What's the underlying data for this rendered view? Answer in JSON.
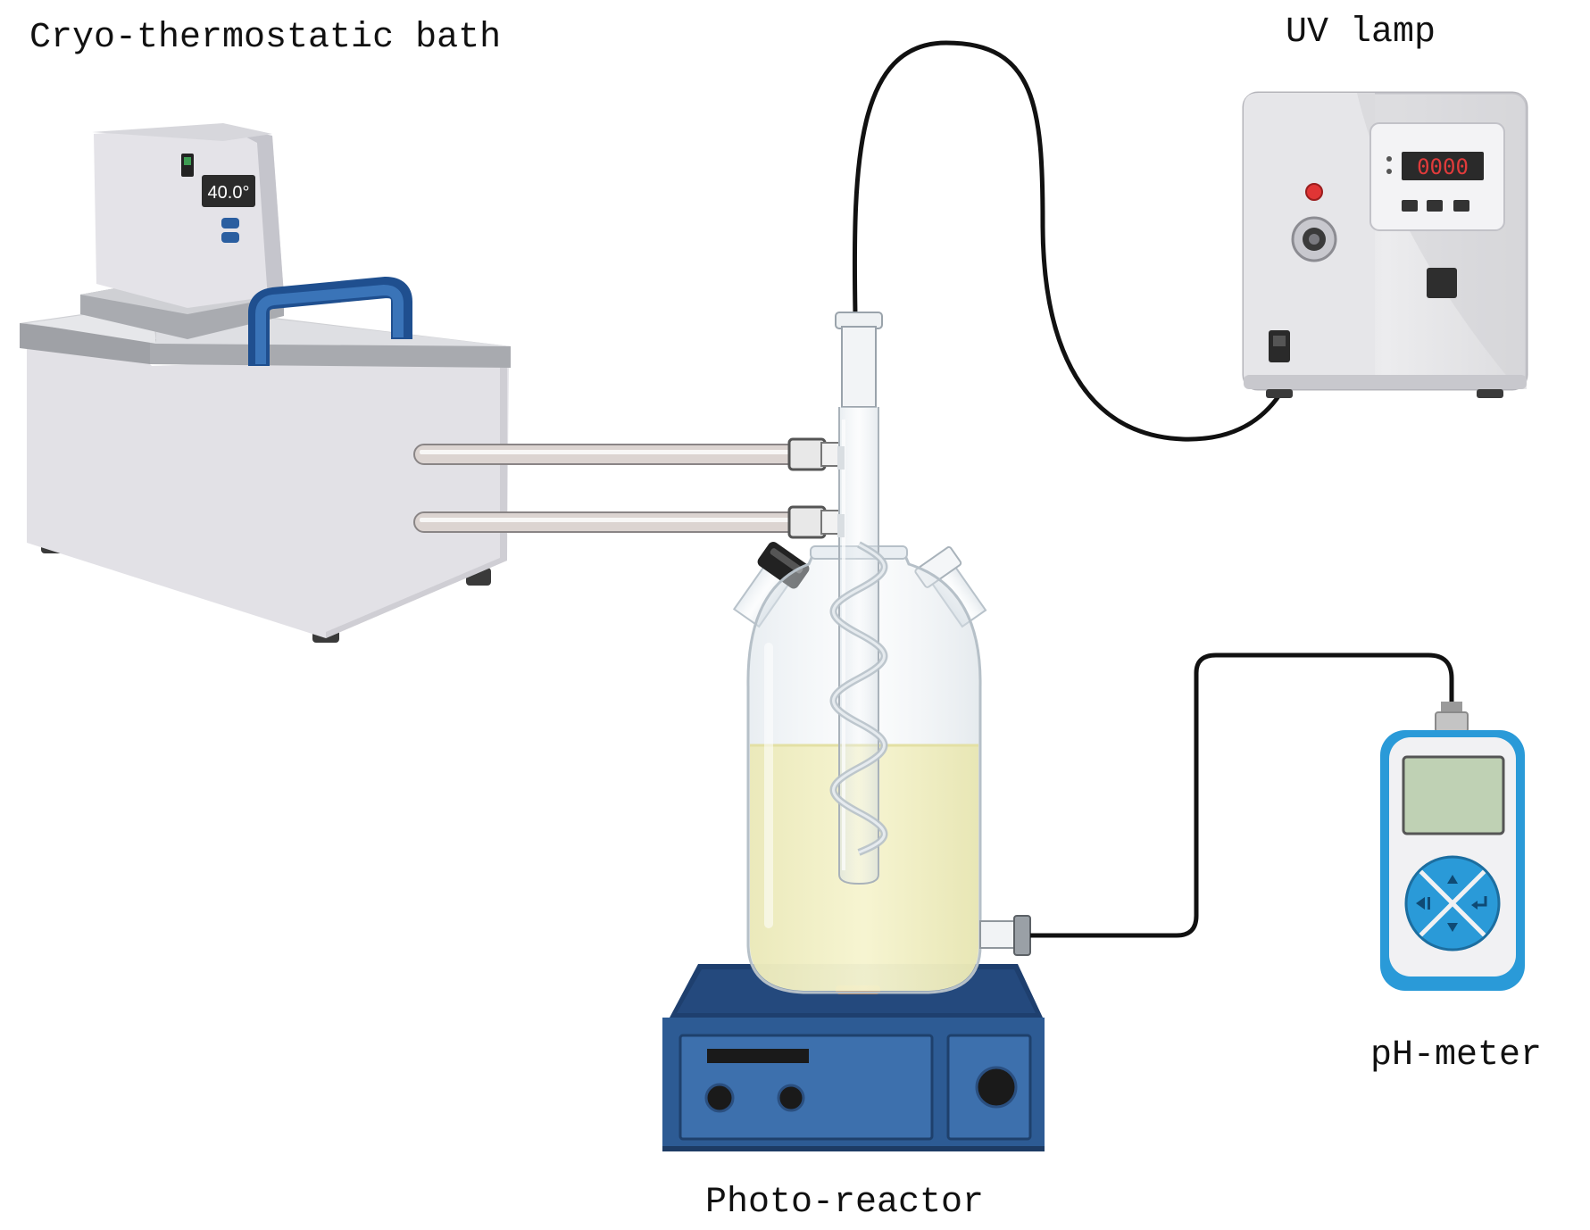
{
  "labels": {
    "bath": "Cryo-thermostatic bath",
    "uv_lamp": "UV lamp",
    "ph_meter": "pH-meter",
    "reactor": "Photo-reactor"
  },
  "bath_display": "40.0°",
  "lamp_display": "0000",
  "colors": {
    "blue": "#2a5ea0",
    "stirrer": "#2d5b94",
    "liquid": "#f3f1c4",
    "lamp_digits": "#e03b3b",
    "meter_screen": "#bfd1b4",
    "meter_body": "#2a9ad8"
  }
}
